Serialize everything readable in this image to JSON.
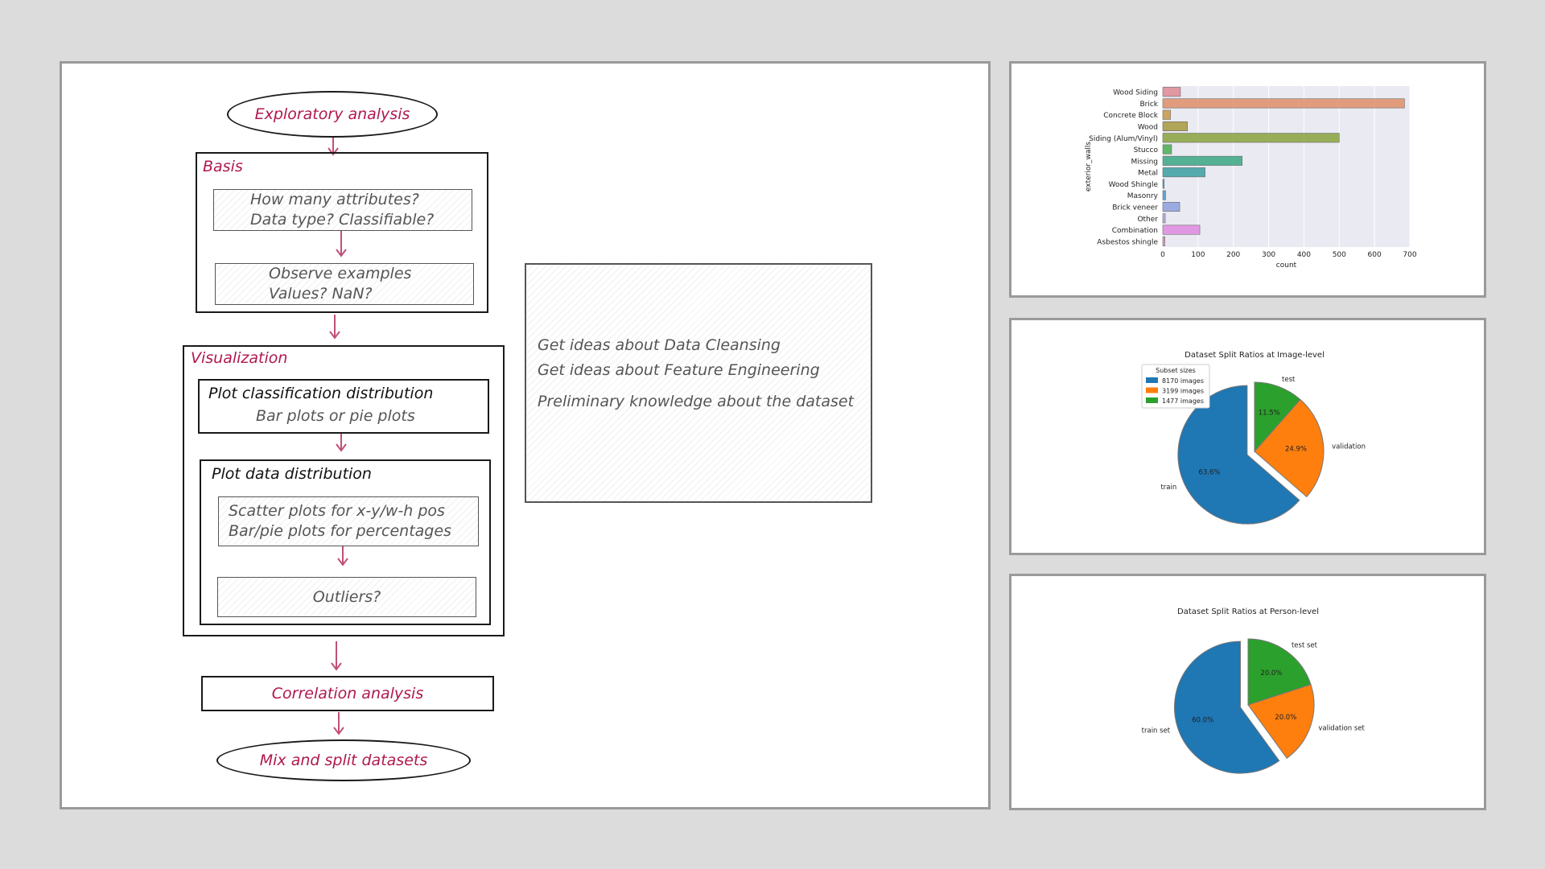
{
  "flowchart": {
    "start": "Exploratory analysis",
    "basis": {
      "title": "Basis",
      "step1": [
        "How many attributes?",
        "Data type? Classifiable?"
      ],
      "step2": [
        "Observe examples",
        "Values? NaN?"
      ]
    },
    "visualization": {
      "title": "Visualization",
      "class_dist": {
        "title": "Plot classification distribution",
        "sub": "Bar plots or pie plots"
      },
      "data_dist": {
        "title": "Plot data distribution",
        "lines": [
          "Scatter plots for x-y/w-h pos",
          "Bar/pie plots for percentages"
        ],
        "outliers": "Outliers?"
      }
    },
    "correlation": "Correlation analysis",
    "end": "Mix and split datasets"
  },
  "notes": {
    "lines": [
      "Get ideas about Data Cleansing",
      "Get ideas about Feature Engineering",
      "Preliminary knowledge about the dataset"
    ]
  },
  "chart_data": [
    {
      "type": "bar",
      "orientation": "horizontal",
      "categories": [
        "Wood Siding",
        "Brick",
        "Concrete Block",
        "Wood",
        "Siding (Alum/Vinyl)",
        "Stucco",
        "Missing",
        "Metal",
        "Wood Shingle",
        "Masonry",
        "Brick veneer",
        "Other",
        "Combination",
        "Asbestos shingle"
      ],
      "values": [
        50,
        685,
        22,
        70,
        500,
        25,
        225,
        120,
        4,
        8,
        48,
        7,
        105,
        6
      ],
      "colors": [
        "#e08a95",
        "#e08f6a",
        "#c79a4a",
        "#a89a3e",
        "#8aa33e",
        "#4aad50",
        "#3aa883",
        "#3aa0a0",
        "#3a9db5",
        "#4a9cd0",
        "#8f9fe0",
        "#b8a0e0",
        "#e08ae0",
        "#e08ab8"
      ],
      "xlabel": "count",
      "ylabel": "exterior_walls",
      "xlim": [
        0,
        700
      ],
      "xticks": [
        0,
        100,
        200,
        300,
        400,
        500,
        600,
        700
      ],
      "background": "#eaeaf2",
      "grid": true
    },
    {
      "type": "pie",
      "title": "Dataset Split Ratios at Image-level",
      "labels": [
        "train",
        "validation",
        "test"
      ],
      "values": [
        63.6,
        24.9,
        11.5
      ],
      "percent_labels": [
        "63.6%",
        "24.9%",
        "11.5%"
      ],
      "colors": [
        "#1f77b4",
        "#ff7f0e",
        "#2ca02c"
      ],
      "legend": {
        "title": "Subset sizes",
        "entries": [
          "8170 images",
          "3199 images",
          "1477 images"
        ],
        "position": "top-left"
      }
    },
    {
      "type": "pie",
      "title": "Dataset Split Ratios at Person-level",
      "labels": [
        "train set",
        "validation set",
        "test set"
      ],
      "values": [
        60.0,
        20.0,
        20.0
      ],
      "percent_labels": [
        "60.0%",
        "20.0%",
        "20.0%"
      ],
      "colors": [
        "#1f77b4",
        "#ff7f0e",
        "#2ca02c"
      ]
    }
  ]
}
